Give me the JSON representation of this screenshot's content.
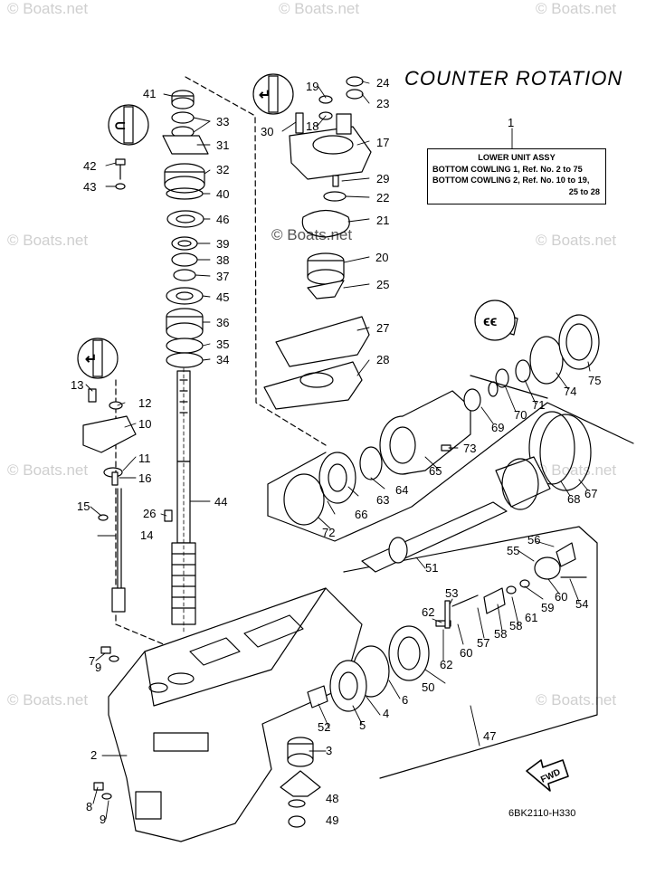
{
  "title": "COUNTER ROTATION",
  "assembly_note": {
    "title": "LOWER UNIT ASSY",
    "line1": "BOTTOM COWLING 1,  Ref. No. 2 to 75",
    "line2": "BOTTOM COWLING 2,  Ref. No. 10 to 19,",
    "line3": "25 to 28"
  },
  "drawing_code": "6BK2110-H330",
  "watermark": "© Boats.net",
  "fwd_label": "FWD",
  "colors": {
    "line": "#000000",
    "background": "#ffffff",
    "watermark": "#cfcfcf"
  },
  "callouts": [
    "1",
    "2",
    "3",
    "4",
    "5",
    "6",
    "7",
    "8",
    "9",
    "10",
    "11",
    "12",
    "13",
    "14",
    "15",
    "16",
    "17",
    "18",
    "19",
    "20",
    "21",
    "22",
    "23",
    "24",
    "25",
    "26",
    "27",
    "28",
    "29",
    "30",
    "31",
    "32",
    "33",
    "34",
    "35",
    "36",
    "37",
    "38",
    "39",
    "40",
    "41",
    "42",
    "43",
    "44",
    "45",
    "46",
    "47",
    "48",
    "49",
    "50",
    "51",
    "52",
    "53",
    "54",
    "55",
    "56",
    "57",
    "58",
    "59",
    "60",
    "61",
    "62",
    "63",
    "64",
    "65",
    "66",
    "67",
    "68",
    "69",
    "70",
    "71",
    "72",
    "73",
    "74",
    "75"
  ]
}
